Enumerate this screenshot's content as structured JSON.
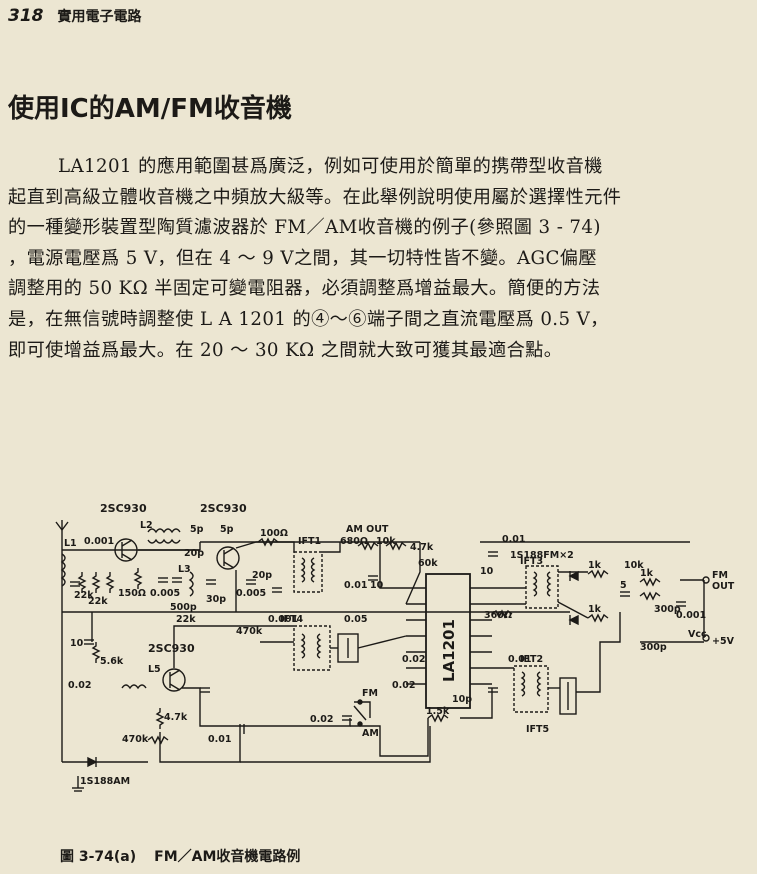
{
  "header": {
    "page_number": "318",
    "running_title": "實用電子電路"
  },
  "section": {
    "title": "使用IC的AM/FM收音機"
  },
  "body": {
    "lines": [
      "LA1201 的應用範圍甚爲廣泛，例如可使用於簡單的携帶型收音機",
      "起直到高級立體收音機之中頻放大級等。在此舉例說明使用屬於選擇性元件",
      "的一種變形裝置型陶質濾波器於 FM／AM收音機的例子(參照圖 3 - 74)",
      "，電源電壓爲 5 V，但在 4 ～ 9 V之間，其一切特性皆不變。AGC偏壓",
      "調整用的 50 KΩ 半固定可變電阻器，必須調整爲增益最大。簡便的方法",
      "是，在無信號時調整使 L A 1201 的④～⑥端子間之直流電壓爲 0.5 V，",
      "即可使增益爲最大。在 20 ～ 30 KΩ 之間就大致可獲其最適合點。"
    ]
  },
  "figure": {
    "caption_number": "圖 3-74(a)",
    "caption_text": "FM／AM收音機電路例",
    "labels": {
      "t1": "2SC930",
      "t2": "2SC930",
      "t3": "2SC930",
      "ic": "LA1201",
      "am_out": "AM OUT",
      "diodes": "1S188FM×2",
      "fm_out_1": "FM",
      "fm_out_2": "OUT",
      "vcc": "Vcc",
      "vplus": "+5V",
      "diode_am": "1S188AM",
      "ift1": "IFT1",
      "ift2": "IFT2",
      "ift3": "IFT3",
      "ift4": "IFT4",
      "ift5": "IFT5",
      "fm_sw": "FM",
      "am_sw": "AM",
      "L1": "L1",
      "L2": "L2",
      "L3": "L3",
      "L5": "L5",
      "c0001a": "0.001",
      "c0001b": "0.001",
      "r22k_a": "22k",
      "r22k_b": "22k",
      "r22k_c": "22k",
      "r150": "150Ω",
      "c0005a": "0.005",
      "c0005b": "0.005",
      "c20p_a": "20p",
      "c20p_b": "20p",
      "c5p_a": "5p",
      "c5p_b": "5p",
      "c500p": "500p",
      "c30p": "30p",
      "r100": "100Ω",
      "r470k_a": "470k",
      "r470k_b": "470k",
      "r680": "680Ω",
      "r10k_a": "10k",
      "r4_7k": "4.7k",
      "r60k": "60k",
      "c001a": "0.01",
      "c001b": "0.01",
      "c001c": "0.01",
      "c001d": "0.01",
      "c005a": "0.05",
      "c10a": "10",
      "c10b": "10",
      "c10c": "10",
      "c002a": "0.02",
      "c002b": "0.02",
      "c002c": "0.02",
      "c002d": "0.02",
      "r5_6k": "5.6k",
      "r4_7k_b": "4.7k",
      "r1_5k": "1.5k",
      "r360": "360Ω",
      "c10p": "10p",
      "r1k_a": "1k",
      "r1k_b": "1k",
      "r1k_c": "1k",
      "r10k_b": "10k",
      "c5": "5",
      "c300p_a": "300p",
      "c300p_b": "300p",
      "c0001c": "0.001"
    }
  }
}
